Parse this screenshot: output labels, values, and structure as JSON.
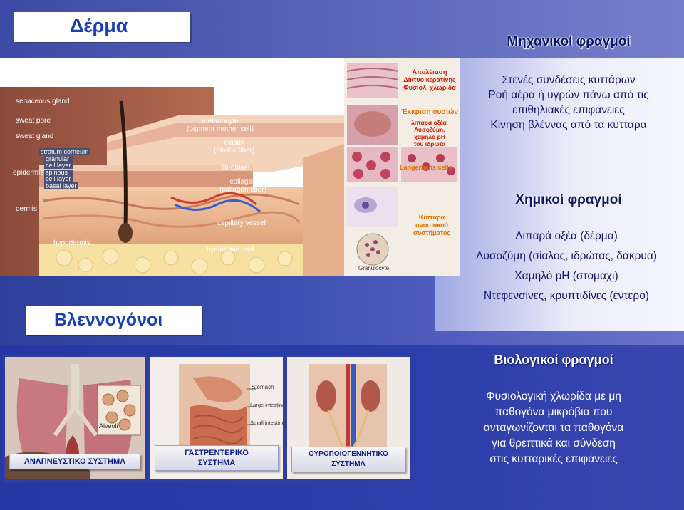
{
  "skin": {
    "title": "Δέρμα",
    "labels": {
      "sebaceous_gland": "sebaceous gland",
      "sweat_pore": "sweat pore",
      "sweat_gland": "sweat gland",
      "stratum_corneum": "stratum corneum",
      "granular_cell_layer_1": "granular",
      "granular_cell_layer_2": "cell layer",
      "spinous_cell_layer_1": "spinous",
      "spinous_cell_layer_2": "cell layer",
      "basal_layer": "basal layer",
      "epidermis": "epidermis",
      "dermis": "dermis",
      "hypodermis": "hypodermis",
      "melanocyte_1": "melanocyte",
      "melanocyte_2": "(pigment mother cell)",
      "elastin_1": "elastin",
      "elastin_2": "(elastic fiber)",
      "fibroblast": "fibroblast",
      "collagen_1": "collagen",
      "collagen_2": "(collagen fiber)",
      "capillary_vessel": "capillary vessel",
      "hyaluronic_acid": "hyaluronic acid"
    },
    "strip": {
      "desquamation_1": "Απολέπιση",
      "desquamation_2": "Δίκτυο κερατίνης",
      "desquamation_3": "Φυσιολ. χλωρίδα",
      "secretion_title": "Έκκριση ουσιών",
      "secretion_1": "λιπαρά οξέα,",
      "secretion_2": "Λυσοζύμη,",
      "secretion_3": "χαμηλό pH",
      "secretion_4": "του ιδρώτα",
      "langerhans": "Langerhans cells",
      "immune_1": "Κύτταρα",
      "immune_2": "ανοσιακού",
      "immune_3": "συστήματος",
      "granulocyte": "Granulocyte"
    }
  },
  "mucosa": {
    "title": "Βλεννογόνοι"
  },
  "mechanical": {
    "heading": "Μηχανικοί φραγμοί",
    "items": [
      "Στενές συνδέσεις κυττάρων",
      "Ροή αέρα ή υγρών πάνω από τις",
      "επιθηλιακές επιφάνειες",
      "Κίνηση βλέννας από τα κύτταρα"
    ]
  },
  "chemical": {
    "heading": "Χημικοί φραγμοί",
    "items": [
      "Λιπαρά οξέα (δέρμα)",
      "Λυσοζύμη (σίαλος, ιδρώτας, δάκρυα)",
      "Χαμηλό pH (στομάχι)",
      "Ντεφενσίνες, κρυπτιδίνες (έντερο)"
    ]
  },
  "biological": {
    "heading": "Βιολογικοί φραγμοί",
    "items": [
      "Φυσιολογική χλωρίδα με μη",
      "παθογόνα μικρόβια που",
      "ανταγωνίζονται τα παθογόνα",
      "για θρεπτικά και σύνδεση",
      "στις κυτταρικές επιφάνειες"
    ]
  },
  "organs": {
    "respiratory": {
      "label": "ΑΝΑΠΝΕΥΣΤΙΚΟ ΣΥΣΤΗΜΑ",
      "tag": "Alveoli"
    },
    "gastro": {
      "label_1": "ΓΑΣΤΡΕΝΤΕΡΙΚΟ",
      "label_2": "ΣΥΣΤΗΜΑ",
      "stomach": "Stomach",
      "large_intestine": "Large intestine",
      "small_intestine": "Small intestine"
    },
    "urogenital": {
      "label_1": "ΟΥΡΟΠΟΙΟΓΕΝΝΗΤΙΚΟ",
      "label_2": "ΣΥΣΤΗΜΑ"
    }
  }
}
